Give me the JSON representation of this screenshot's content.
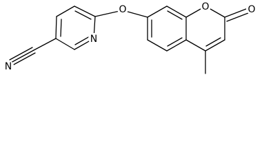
{
  "molecule": {
    "atoms": {
      "nitrile_n": "N",
      "pyridine_n": "N",
      "ether_o": "O",
      "ring_o": "O",
      "carbonyl_o": "O"
    },
    "colors": {
      "bond": "#000000",
      "label": "#000000",
      "background": "#ffffff"
    }
  }
}
